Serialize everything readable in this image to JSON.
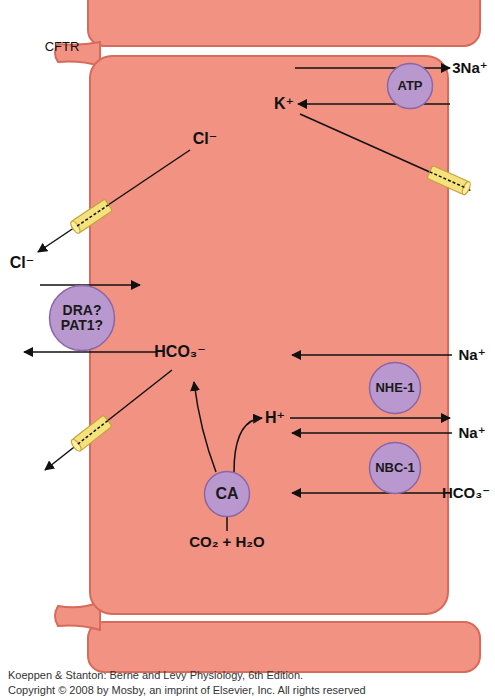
{
  "diagram": {
    "nodes": [
      {
        "text": [
          "ATP"
        ]
      },
      {
        "text": [
          "DRA? PAT1?"
        ]
      },
      {
        "text": [
          "NHE-1"
        ]
      },
      {
        "text": [
          "NBC-1"
        ]
      },
      {
        "text": [
          "CA"
        ]
      }
    ],
    "labels": [
      "CFTR",
      "Cl⁻",
      "3Na⁺",
      "K⁺",
      "Cl⁻",
      "HCO₃⁻",
      "Na⁺",
      "H⁺",
      "Na⁺",
      "HCO₃⁻",
      "CO₂ + H₂O",
      "Koeppen & Stanton: Berne and Levy Physiology, 6th Edition.",
      "Copyright © 2008 by Mosby, an imprint of Elsevier, Inc. All rights reserved"
    ]
  }
}
